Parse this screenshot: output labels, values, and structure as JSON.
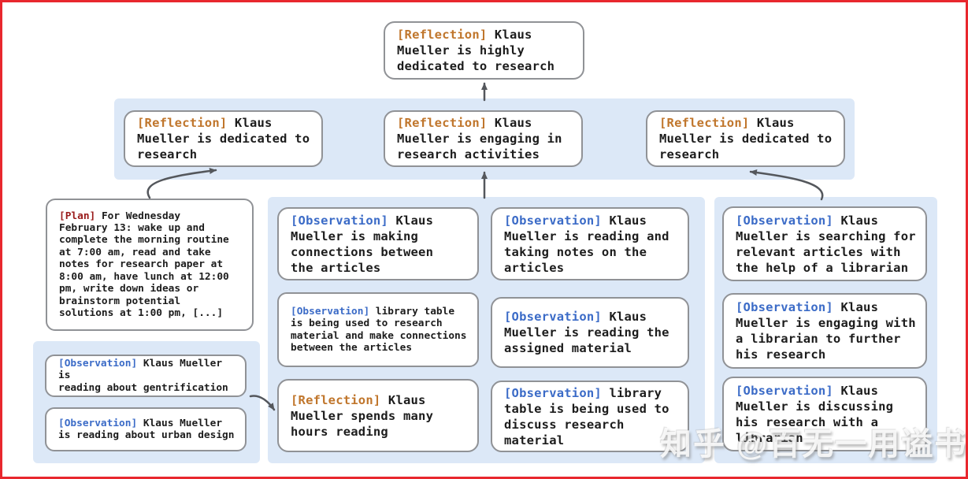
{
  "watermark": "知乎 @百无一用谥书生",
  "colors": {
    "frame_border": "#e8272e",
    "band_background": "#dce8f7",
    "node_border": "#909296",
    "reflection_tag": "#c0762c",
    "plan_tag": "#991b1b",
    "observation_tag": "#3b6bc7",
    "arrow": "#54575c",
    "body_text": "#1c1c1c"
  },
  "nodes": {
    "root": {
      "tag": "[Reflection]",
      "text": " Klaus\nMueller is highly\ndedicated to research"
    },
    "level2_left": {
      "tag": "[Reflection]",
      "text": " Klaus\nMueller is dedicated to\nresearch"
    },
    "level2_mid": {
      "tag": "[Reflection]",
      "text": " Klaus\nMueller is engaging in\nresearch activities"
    },
    "level2_right": {
      "tag": "[Reflection]",
      "text": " Klaus\nMueller is dedicated to\nresearch"
    },
    "plan": {
      "tag": "[Plan]",
      "text": " For Wednesday\nFebruary 13: wake up and\ncomplete the morning routine\nat 7:00 am, read and take\nnotes for research paper at\n8:00 am, have lunch at 12:00\npm, write down ideas or\nbrainstorm potential\nsolutions at 1:00 pm, [...]"
    },
    "obs_gentrification": {
      "tag": "[Observation]",
      "text": " Klaus Mueller is\nreading about gentrification"
    },
    "obs_urban_design": {
      "tag": "[Observation]",
      "text": " Klaus Mueller\nis reading about urban design"
    },
    "obs_connections": {
      "tag": "[Observation]",
      "text": " Klaus\nMueller is making\nconnections between\nthe articles"
    },
    "obs_library_research": {
      "tag": "[Observation]",
      "text": " library table\nis being used to research\nmaterial and make connections\nbetween the articles"
    },
    "refl_hours_reading": {
      "tag": "[Reflection]",
      "text": " Klaus\nMueller spends many\nhours reading"
    },
    "obs_taking_notes": {
      "tag": "[Observation]",
      "text": " Klaus\nMueller is reading and\ntaking notes on the\narticles"
    },
    "obs_assigned_material": {
      "tag": "[Observation]",
      "text": " Klaus\nMueller is reading the\nassigned material"
    },
    "obs_library_discuss": {
      "tag": "[Observation]",
      "text": " library\ntable is being used to\ndiscuss research material"
    },
    "obs_searching_articles": {
      "tag": "[Observation]",
      "text": " Klaus\nMueller is searching for\nrelevant articles with\nthe help of a librarian"
    },
    "obs_engaging_librarian": {
      "tag": "[Observation]",
      "text": " Klaus\nMueller is engaging with\na librarian to further\nhis research"
    },
    "obs_discussing_librarian": {
      "tag": "[Observation]",
      "text": " Klaus\nMueller is discussing\nhis research with a\nlibrarian"
    }
  }
}
